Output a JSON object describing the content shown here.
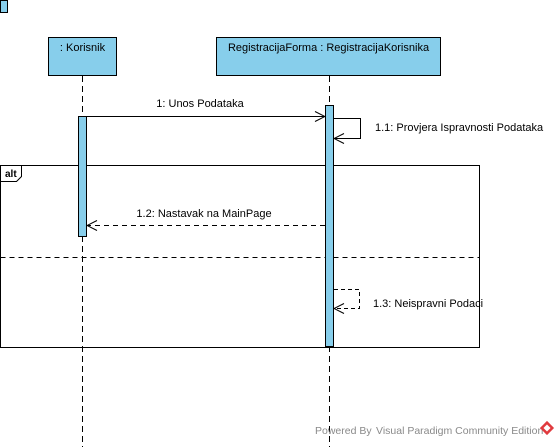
{
  "colors": {
    "lifeline_fill": "#87ceeb",
    "stroke": "#000000",
    "footer_text": "#8a8a8a",
    "logo": "#e03a3e"
  },
  "lifelines": [
    {
      "id": "korisnik",
      "label": ": Korisnik"
    },
    {
      "id": "forma",
      "label": "RegistracijaForma : RegistracijaKorisnika"
    }
  ],
  "messages": [
    {
      "id": "m1",
      "label": "1: Unos Podataka",
      "kind": "sync"
    },
    {
      "id": "m1_1",
      "label": "1.1: Provjera Ispravnosti Podataka",
      "kind": "self"
    },
    {
      "id": "m1_2",
      "label": "1.2: Nastavak na MainPage",
      "kind": "return"
    },
    {
      "id": "m1_3",
      "label": "1.3: Neispravni Podaci",
      "kind": "self-return"
    }
  ],
  "fragment": {
    "operator": "alt"
  },
  "footer": {
    "powered_by": "Powered By",
    "product": "Visual Paradigm Community Edition",
    "logo_icon": "visual-paradigm-logo-icon"
  }
}
